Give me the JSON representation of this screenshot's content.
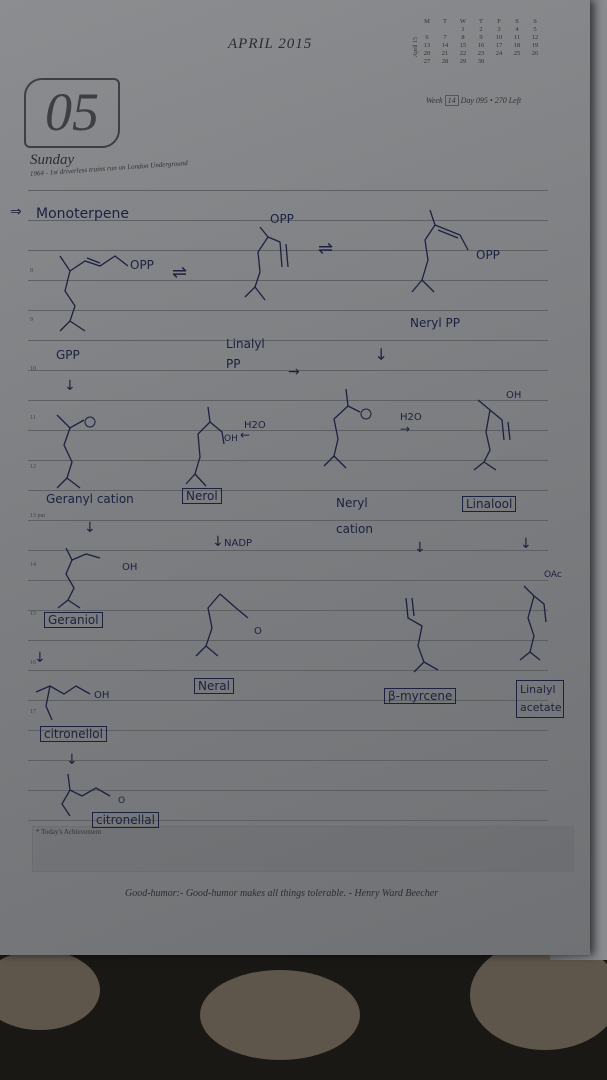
{
  "header": {
    "month": "APRIL 2015",
    "date": "05",
    "day": "Sunday",
    "fact": "1964 - 1st driverless trains run on London Underground",
    "week_label": "Week",
    "week_num": "14",
    "day_label": "Day 095 • 270 Left",
    "cal_side_label": "April 15",
    "cal_header": [
      "M",
      "T",
      "W",
      "T",
      "F",
      "S",
      "S"
    ],
    "cal_rows": [
      [
        "",
        "",
        "1",
        "2",
        "3",
        "4",
        "5"
      ],
      [
        "6",
        "7",
        "8",
        "9",
        "10",
        "11",
        "12"
      ],
      [
        "13",
        "14",
        "15",
        "16",
        "17",
        "18",
        "19"
      ],
      [
        "20",
        "21",
        "22",
        "23",
        "24",
        "25",
        "26"
      ],
      [
        "27",
        "28",
        "29",
        "30",
        "",
        "",
        ""
      ]
    ]
  },
  "hours": [
    "8",
    "9",
    "10",
    "11",
    "12",
    "13 pm",
    "14",
    "15",
    "16",
    "17"
  ],
  "notes": {
    "heading": "Monoterpene",
    "opp1": "OPP",
    "opp2": "OPP",
    "opp3": "OPP",
    "gpp": "GPP",
    "linalyl_pp": "Linalyl PP",
    "neryl_pp": "Neryl PP",
    "h2o_1": "H2O",
    "h2o_2": "H2O",
    "oh_nerol": "OH",
    "oh_linalool": "OH",
    "oh_geraniol": "OH",
    "oh_citronellol": "OH",
    "geranyl_cation": "Geranyl cation",
    "nerol": "Nerol",
    "neryl_cation": "Neryl cation",
    "linalool": "Linalool",
    "nadp": "NADP",
    "geraniol": "Geraniol",
    "neral": "Neral",
    "b_myrcene": "β-myrcene",
    "linalyl_acetate": "Linalyl acetate",
    "oac": "OAc",
    "citronellol": "citronellol",
    "citronellal": "citronellal",
    "aldehyde_o": "O"
  },
  "footer": {
    "achievement": "* Today's Achievement",
    "quote": "Good-humor:- Good-humor makes all things tolerable. - Henry Ward Beecher"
  }
}
